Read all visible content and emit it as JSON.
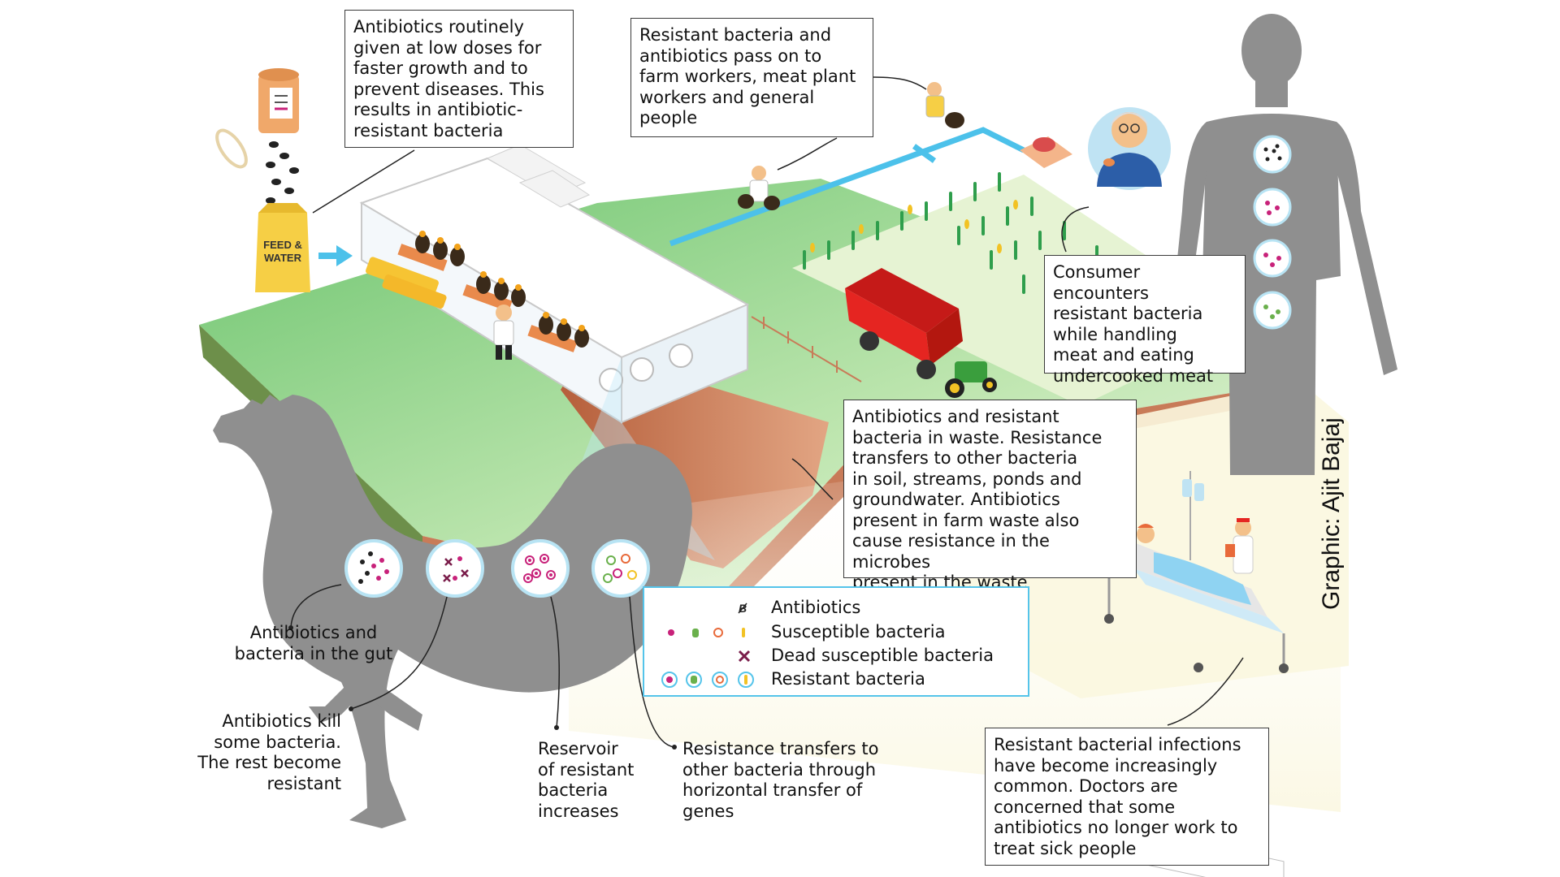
{
  "feed_bag_label": [
    "FEED &",
    "WATER"
  ],
  "callouts": {
    "antibiotics_low_doses": [
      "Antibiotics routinely",
      "given at low doses for",
      "faster growth and to",
      "prevent diseases. This",
      "results in antibiotic-",
      "resistant bacteria"
    ],
    "workers": [
      "Resistant bacteria and",
      "antibiotics pass on to",
      "farm workers, meat plant",
      "workers and general",
      "people"
    ],
    "consumer": [
      "Consumer encounters",
      "resistant bacteria",
      "while handling",
      "meat and eating",
      "undercooked meat"
    ],
    "waste": [
      "Antibiotics and resistant",
      "bacteria in waste. Resistance",
      "transfers to other bacteria",
      "in soil, streams, ponds and",
      "groundwater. Antibiotics",
      "present in farm waste also",
      "cause resistance in the microbes",
      "present in the waste"
    ],
    "hospital": [
      "Resistant bacterial infections",
      "have become increasingly",
      "common. Doctors are",
      "concerned that some",
      "antibiotics no longer work to",
      "treat sick people"
    ]
  },
  "gut_labels": {
    "gut": [
      "Antibiotics and",
      "bacteria in the gut"
    ],
    "kill": [
      "Antibiotics kill",
      "some bacteria.",
      "The rest become",
      "resistant"
    ],
    "reservoir": [
      "Reservoir",
      "of resistant",
      "bacteria",
      "increases"
    ],
    "transfer": [
      "Resistance transfers to",
      "other bacteria through",
      "horizontal transfer of",
      "genes"
    ]
  },
  "legend": [
    {
      "label": "Antibiotics",
      "icon": "antibiotic-symbol"
    },
    {
      "label": "Susceptible bacteria",
      "icon": "susceptible-bacteria-icons"
    },
    {
      "label": "Dead susceptible bacteria",
      "icon": "dead-bacteria-cross"
    },
    {
      "label": "Resistant bacteria",
      "icon": "resistant-bacteria-icons"
    }
  ],
  "credit": "Graphic: Ajit Bajaj",
  "colors": {
    "accent_blue": "#4cc1ea",
    "silhouette": "#8f8f8f",
    "ground_green": "#8fd18a",
    "soil": "#c87b58",
    "bacteria_magenta": "#c8227a",
    "bacteria_green": "#6ab04c",
    "bacteria_orange": "#e86a3a",
    "bacteria_yellow": "#f2c224",
    "trailer_red": "#e52521",
    "bag_yellow": "#f6cf45"
  }
}
